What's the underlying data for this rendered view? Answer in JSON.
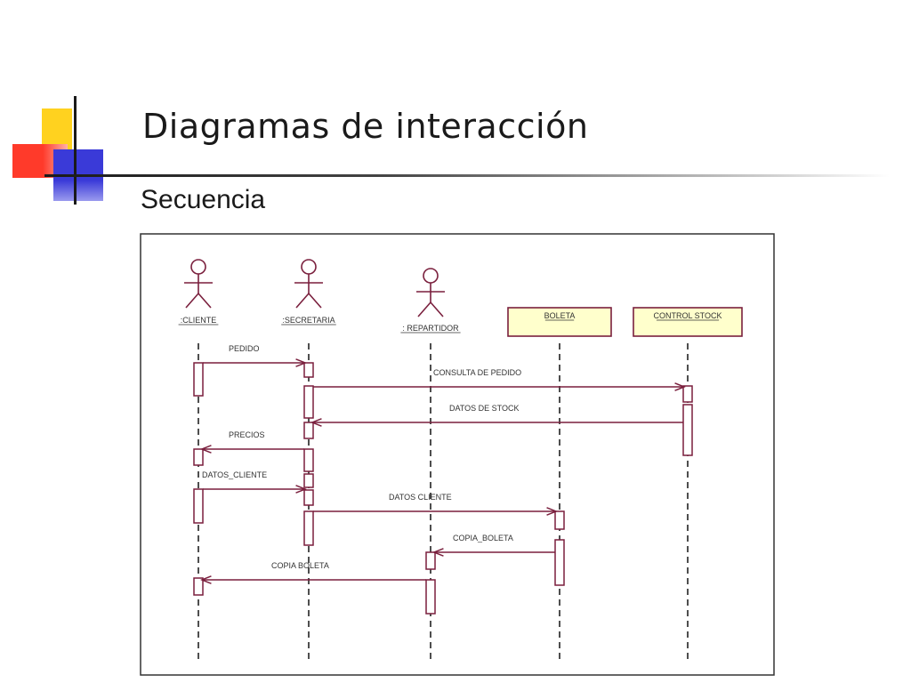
{
  "slide": {
    "title": "Diagramas de interacción",
    "subtitle": "Secuencia"
  },
  "colors": {
    "line": "#7a1f3d",
    "object_fill": "#ffffcc",
    "deco_yellow": "#ffd21f",
    "deco_red": "#ff3a2a",
    "deco_blue": "#3a3ad8"
  },
  "diagram": {
    "actors": [
      {
        "id": "cliente",
        "label": ":CLIENTE",
        "kind": "actor"
      },
      {
        "id": "secretaria",
        "label": ":SECRETARIA",
        "kind": "actor"
      },
      {
        "id": "repartidor",
        "label": ": REPARTIDOR",
        "kind": "actor"
      },
      {
        "id": "boleta",
        "label": "BOLETA",
        "kind": "object"
      },
      {
        "id": "control_stock",
        "label": "CONTROL STOCK",
        "kind": "object"
      }
    ],
    "messages": [
      {
        "from": "cliente",
        "to": "secretaria",
        "label": "PEDIDO"
      },
      {
        "from": "secretaria",
        "to": "control_stock",
        "label": "CONSULTA DE PEDIDO"
      },
      {
        "from": "control_stock",
        "to": "secretaria",
        "label": "DATOS DE STOCK"
      },
      {
        "from": "secretaria",
        "to": "cliente",
        "label": "PRECIOS"
      },
      {
        "from": "cliente",
        "to": "secretaria",
        "label": "DATOS_CLIENTE"
      },
      {
        "from": "secretaria",
        "to": "boleta",
        "label": "DATOS CLIENTE"
      },
      {
        "from": "boleta",
        "to": "repartidor",
        "label": "COPIA_BOLETA"
      },
      {
        "from": "repartidor",
        "to": "cliente",
        "label": "COPIA BOLETA"
      }
    ]
  }
}
